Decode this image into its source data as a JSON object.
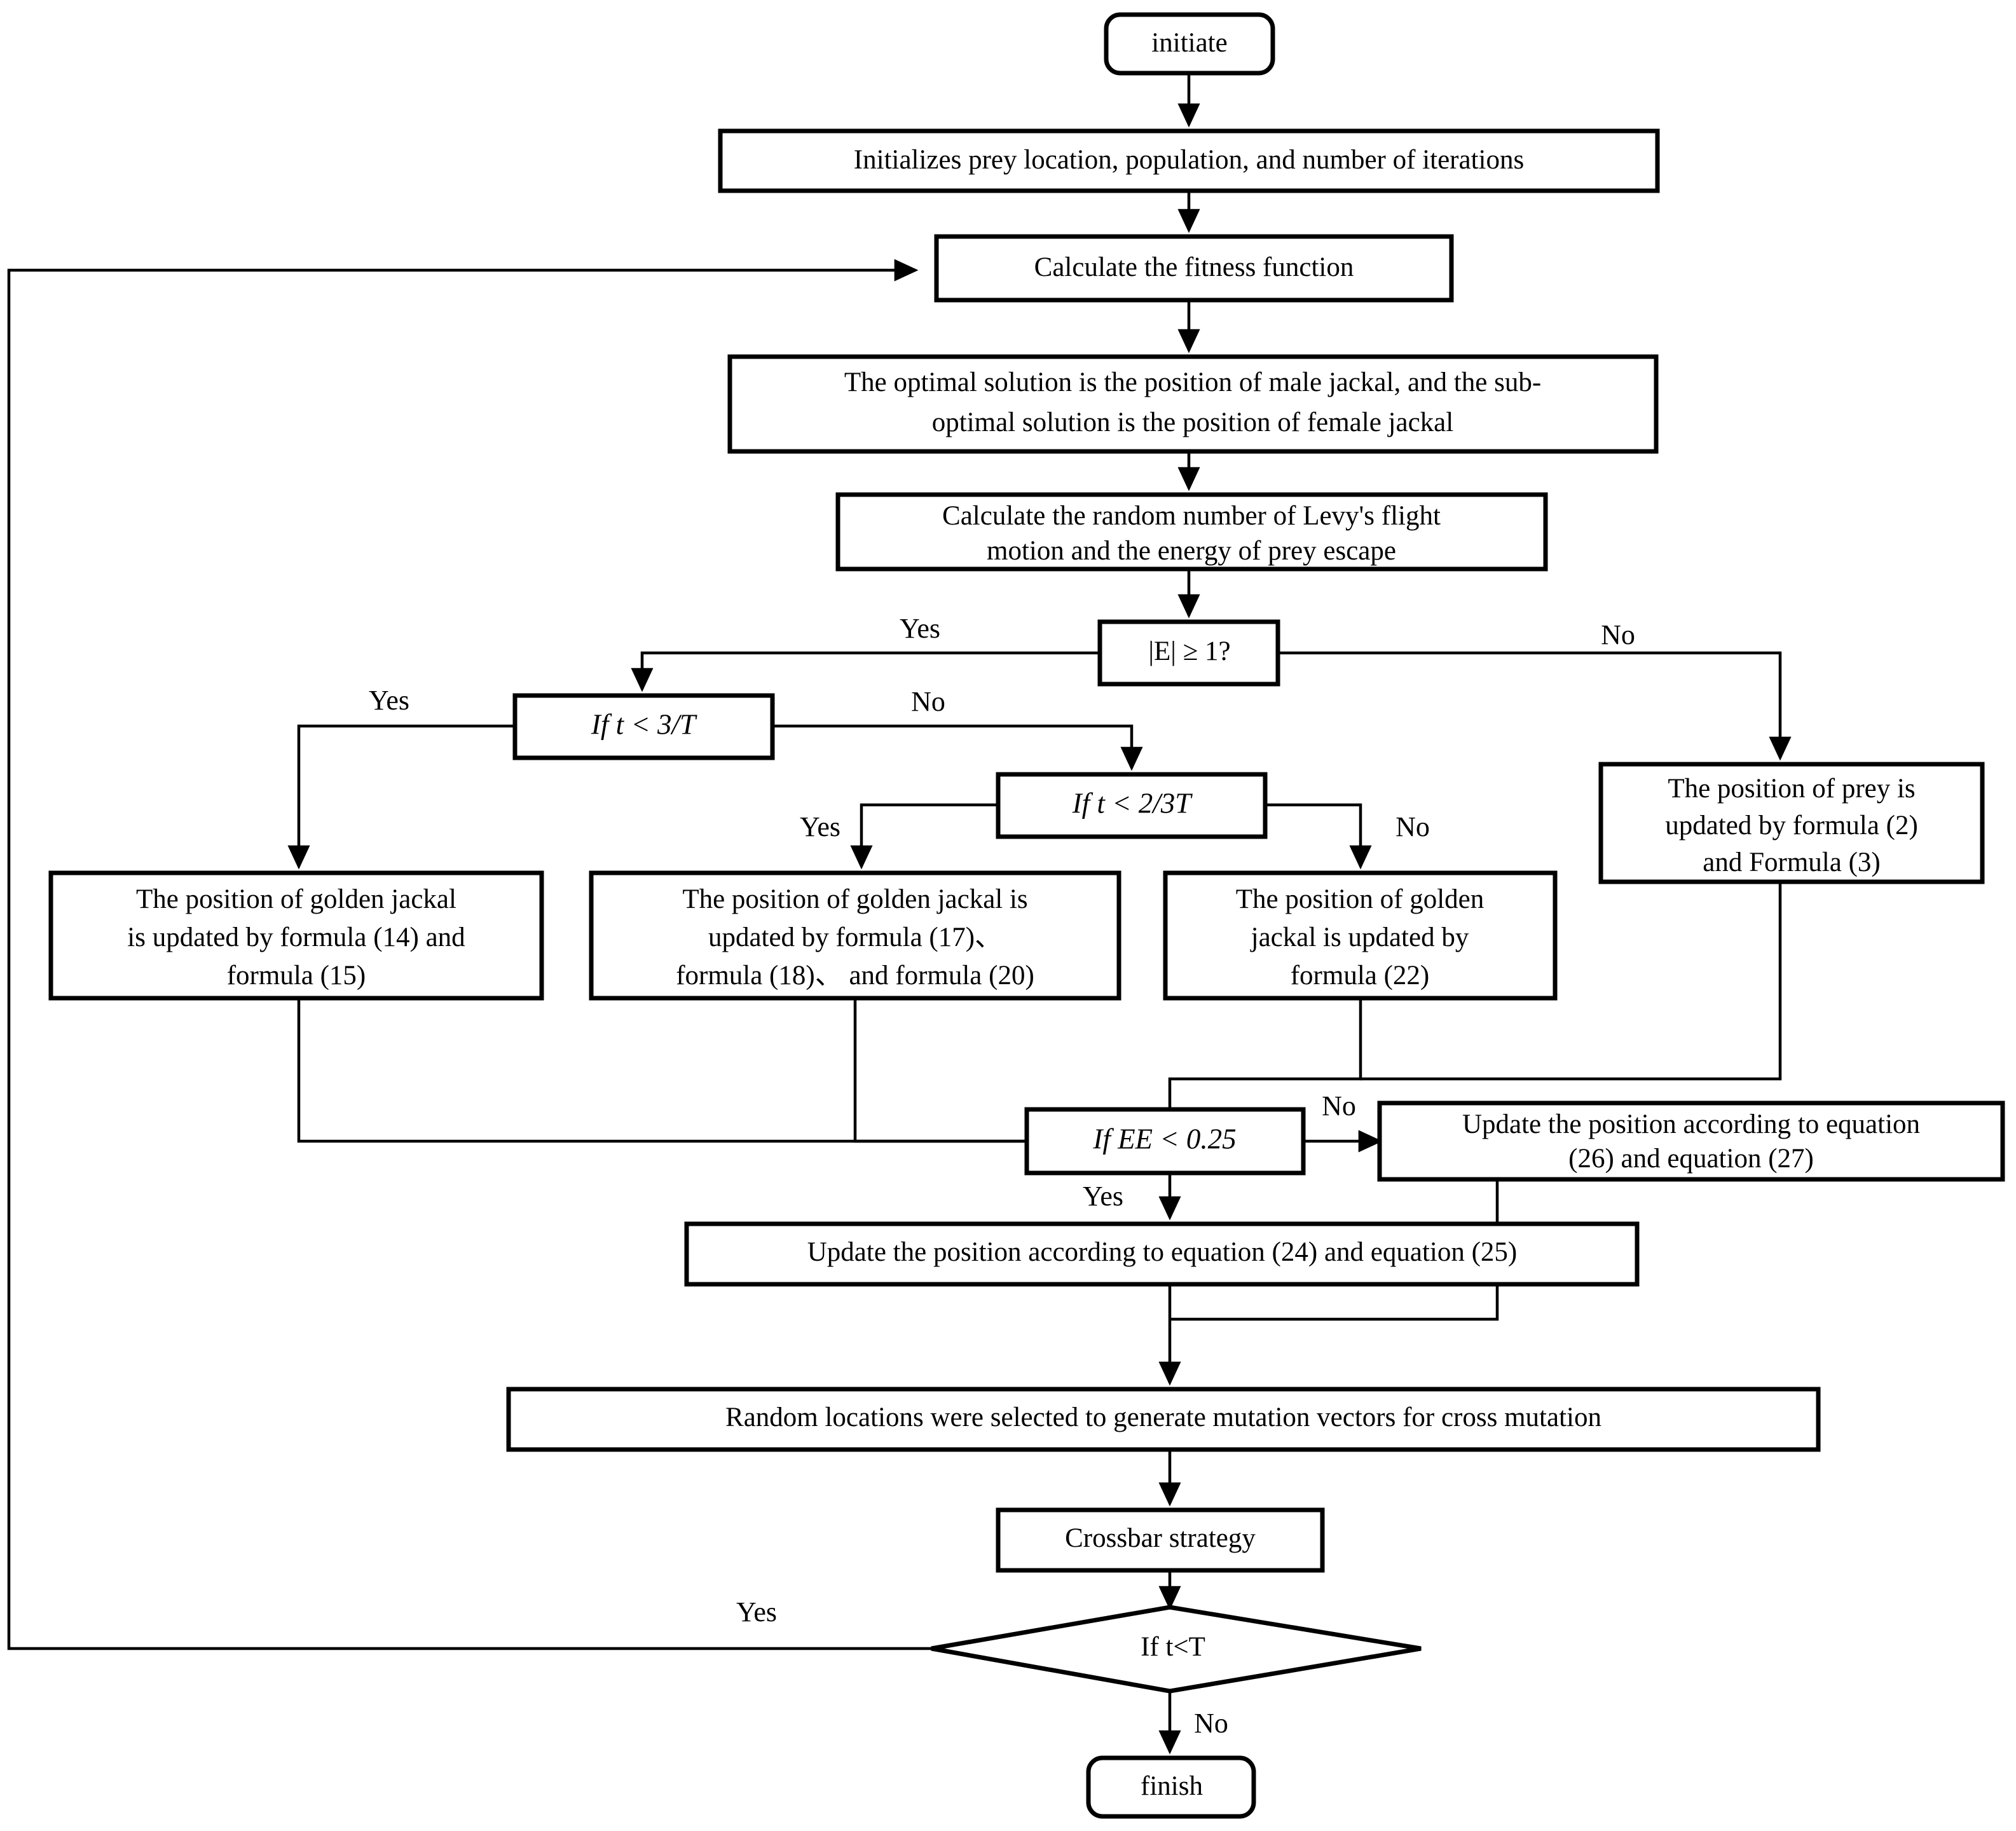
{
  "diagram": {
    "title": "Improved Golden Jackal Optimization algorithm flowchart",
    "colors": {
      "stroke": "#000000",
      "fill": "#ffffff",
      "text": "#000000"
    },
    "nodes": {
      "initiate": {
        "label": "initiate",
        "shape": "rounded"
      },
      "initialize": {
        "label": "Initializes prey location, population, and number of iterations",
        "shape": "rect"
      },
      "fitness": {
        "label": "Calculate the fitness function",
        "shape": "rect"
      },
      "optimal_l1": {
        "label": "The optimal solution is the position of male jackal, and the sub-",
        "shape": "rect"
      },
      "optimal_l2": {
        "label": "optimal solution is the position of female jackal"
      },
      "levy_l1": {
        "label": "Calculate the random number of Levy's flight",
        "shape": "rect"
      },
      "levy_l2": {
        "label": "motion and the energy of prey escape"
      },
      "cond_E": {
        "label": "|E| ≥ 1?",
        "shape": "rect",
        "italic": false
      },
      "cond_t3T": {
        "label": "If t < 3/T",
        "shape": "rect",
        "italic": true
      },
      "cond_t23T": {
        "label": "If t < 2/3T",
        "shape": "rect",
        "italic": true
      },
      "prey_l1": {
        "label": "The position of prey is",
        "shape": "rect"
      },
      "prey_l2": {
        "label": "updated by formula (2)"
      },
      "prey_l3": {
        "label": "and Formula (3)"
      },
      "gj14_l1": {
        "label": "The position of golden jackal",
        "shape": "rect"
      },
      "gj14_l2": {
        "label": "is updated by formula (14) and"
      },
      "gj14_l3": {
        "label": "formula (15)"
      },
      "gj17_l1": {
        "label": "The position of golden jackal is",
        "shape": "rect"
      },
      "gj17_l2": {
        "label": "updated by formula (17)、"
      },
      "gj17_l3": {
        "label": "formula (18)、   and formula (20)"
      },
      "gj22_l1": {
        "label": "The position of golden",
        "shape": "rect"
      },
      "gj22_l2": {
        "label": "jackal is updated by"
      },
      "gj22_l3": {
        "label": "formula (22)"
      },
      "cond_EE": {
        "label": "If EE < 0.25",
        "shape": "rect",
        "italic": true
      },
      "upd2627_l1": {
        "label": "Update the position according to equation",
        "shape": "rect"
      },
      "upd2627_l2": {
        "label": "(26) and equation (27)"
      },
      "upd2425": {
        "label": "Update the position according to equation (24) and equation (25)",
        "shape": "rect"
      },
      "mutation": {
        "label": "Random locations were selected to generate mutation vectors for cross mutation",
        "shape": "rect"
      },
      "crossbar": {
        "label": "Crossbar strategy",
        "shape": "rect"
      },
      "cond_tT": {
        "label": "If t<T",
        "shape": "diamond"
      },
      "finish": {
        "label": "finish",
        "shape": "rounded"
      }
    },
    "edge_labels": {
      "E_yes": "Yes",
      "E_no": "No",
      "t3T_yes": "Yes",
      "t3T_no": "No",
      "t23T_yes": "Yes",
      "t23T_no": "No",
      "EE_no": "No",
      "EE_yes": "Yes",
      "tT_yes": "Yes",
      "tT_no": "No"
    }
  }
}
